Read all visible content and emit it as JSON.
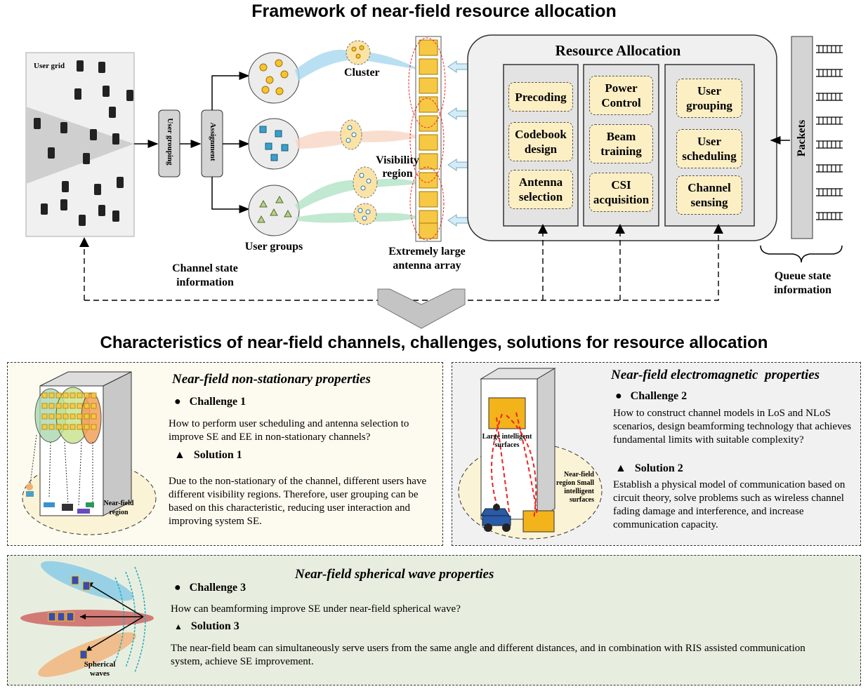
{
  "top": {
    "title": "Framework of near-field resource allocation",
    "user_grid": "User grid",
    "user_grouping": "User grouping",
    "assignment": "Assignment",
    "cluster": "Cluster",
    "visibility_region": "Visibility region",
    "user_groups": "User groups",
    "array": "Extremely large antenna array",
    "csi": "Channel state information",
    "queue": "Queue state information",
    "packets": "Packets",
    "resource_allocation": "Resource Allocation",
    "col1": [
      "Precoding",
      "Codebook design",
      "Antenna selection"
    ],
    "col2": [
      "Power Control",
      "Beam training",
      "CSI acquisition"
    ],
    "col3": [
      "User grouping",
      "User scheduling",
      "Channel sensing"
    ]
  },
  "bottom": {
    "title": "Characteristics of near-field channels, challenges, solutions for resource allocation",
    "p1": {
      "heading": "Near-field non-stationary properties",
      "challenge_label": "Challenge 1",
      "challenge_text": "How to perform user scheduling and antenna selection to improve SE and EE in non-stationary channels?",
      "solution_label": "Solution 1",
      "solution_text": "Due to the non-stationary of the channel, different users have different visibility regions. Therefore, user grouping can be based on this characteristic, reducing user interaction and improving system SE.",
      "region_label": "Near-field region"
    },
    "p2": {
      "heading": "Near-field electromagnetic  properties",
      "challenge_label": "Challenge 2",
      "challenge_text": "How to construct channel models in LoS and NLoS scenarios, design beamforming technology that achieves fundamental limits with suitable complexity?",
      "solution_label": "Solution 2",
      "solution_text": "Establish a physical model of communication based on circuit theory, solve problems such as wireless channel fading damage and interference, and increase communication capacity.",
      "large_surface": "Large intelligent surfaces",
      "small_surface": "Near-field region Small intelligent surfaces"
    },
    "p3": {
      "heading": "Near-field spherical wave properties",
      "challenge_label": "Challenge 3",
      "challenge_text": "How can beamforming improve SE under near-field spherical wave?",
      "solution_label": "Solution 3",
      "solution_text": "The near-field beam can simultaneously serve users from the same angle and different distances, and in combination with RIS assisted communication system, achieve SE improvement.",
      "waves_label": "Spherical waves"
    }
  },
  "colors": {
    "yellow_box": "#fdefc4",
    "panel1": "#fdfbf0",
    "panel2": "#f1f1f1",
    "panel3": "#e8eedf",
    "antenna": "#f7c844"
  }
}
